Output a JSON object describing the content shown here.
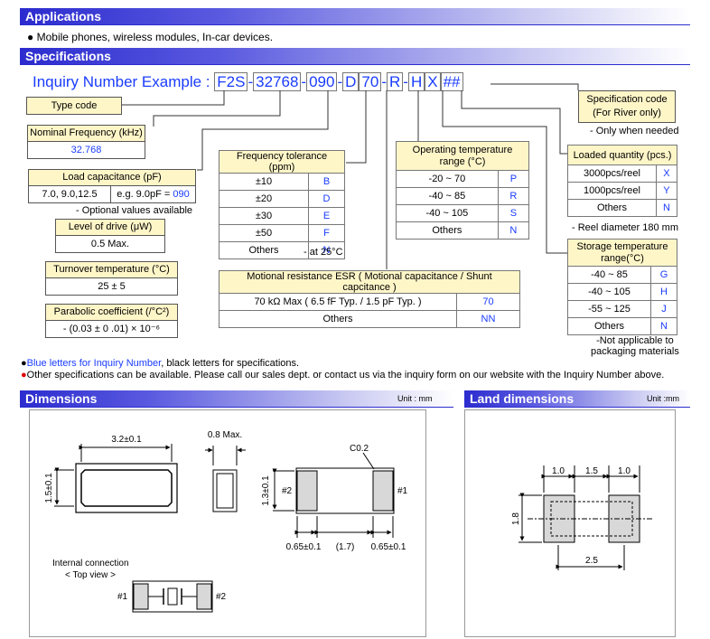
{
  "applications": {
    "title": "Applications",
    "text": "Mobile phones, wireless modules, In-car devices."
  },
  "specifications": {
    "title": "Specifications",
    "inquiry_label": "Inquiry Number Example :",
    "codes": [
      "F2S",
      "32768",
      "090",
      "D",
      "70",
      "R",
      "H",
      "X",
      "##"
    ]
  },
  "type_code": "Type code",
  "nominal_frequency": {
    "label": "Nominal Frequency (kHz)",
    "value": "32.768"
  },
  "load_capacitance": {
    "label": "Load capacitance (pF)",
    "values": "7.0, 9.0,12.5",
    "example_prefix": "e.g. 9.0pF =",
    "example_code": "090",
    "note": "- Optional values available"
  },
  "level_of_drive": {
    "label": "Level of drive (μW)",
    "value": "0.5 Max."
  },
  "turnover_temperature": {
    "label": "Turnover temperature (°C)",
    "value": "25 ± 5"
  },
  "parabolic_coefficient": {
    "label": "Parabolic coefficient (/°C²)",
    "value": "- (0.03 ± 0 .01) × 10⁻⁶"
  },
  "frequency_tolerance": {
    "label": "Frequency tolerance (ppm)",
    "rows": [
      {
        "spec": "±10",
        "code": "B"
      },
      {
        "spec": "±20",
        "code": "D"
      },
      {
        "spec": "±30",
        "code": "E"
      },
      {
        "spec": "±50",
        "code": "F"
      },
      {
        "spec": "Others",
        "code": "N"
      }
    ],
    "note": "- at 25°C"
  },
  "operating_temperature": {
    "label_line1": "Operating temperature",
    "label_line2": "range (°C)",
    "rows": [
      {
        "spec": "-20 ~ 70",
        "code": "P"
      },
      {
        "spec": "-40 ~ 85",
        "code": "R"
      },
      {
        "spec": "-40 ~ 105",
        "code": "S"
      },
      {
        "spec": "Others",
        "code": "N"
      }
    ]
  },
  "motional_resistance": {
    "label": "Motional resistance ESR ( Motional capacitance / Shunt capcitance )",
    "rows": [
      {
        "spec": "70 kΩ Max ( 6.5 fF Typ. / 1.5 pF Typ. )",
        "code": "70"
      },
      {
        "spec": "Others",
        "code": "NN"
      }
    ]
  },
  "specification_code": {
    "label_line1": "Specification code",
    "label_line2": "(For River only)",
    "note": "- Only when needed"
  },
  "loaded_quantity": {
    "label": "Loaded quantity (pcs.)",
    "rows": [
      {
        "spec": "3000pcs/reel",
        "code": "X"
      },
      {
        "spec": "1000pcs/reel",
        "code": "Y"
      },
      {
        "spec": "Others",
        "code": "N"
      }
    ],
    "note": "- Reel diameter 180 mm"
  },
  "storage_temperature": {
    "label_line1": "Storage temperature",
    "label_line2": "range(°C)",
    "rows": [
      {
        "spec": "-40 ~ 85",
        "code": "G"
      },
      {
        "spec": "-40 ~ 105",
        "code": "H"
      },
      {
        "spec": "-55 ~ 125",
        "code": "J"
      },
      {
        "spec": "Others",
        "code": "N"
      }
    ],
    "note_line1": "-Not applicable to",
    "note_line2": "packaging materials"
  },
  "footnotes": {
    "blue_part": "Blue letters for Inquiry Number",
    "black_part": ", black letters for specifications.",
    "red_line": "Other specifications can be available. Please call our sales dept. or contact us via the inquiry form on our website with the Inquiry Number above."
  },
  "dimensions": {
    "title": "Dimensions",
    "unit": "Unit : mm",
    "width": "3.2±0.1",
    "height": "1.5±0.1",
    "thickness": "0.8 Max.",
    "chamfer": "C0.2",
    "side_height": "1.3±0.1",
    "pad_left": "0.65±0.1",
    "gap": "(1.7)",
    "pad_right": "0.65±0.1",
    "pin1": "#1",
    "pin2": "#2",
    "internal_label": "Internal connection",
    "top_view": "< Top view >"
  },
  "land_dimensions": {
    "title": "Land dimensions",
    "unit": "Unit :mm",
    "pad": "1.0",
    "gap": "1.5",
    "pad2": "1.0",
    "height": "1.8",
    "total": "2.5"
  }
}
